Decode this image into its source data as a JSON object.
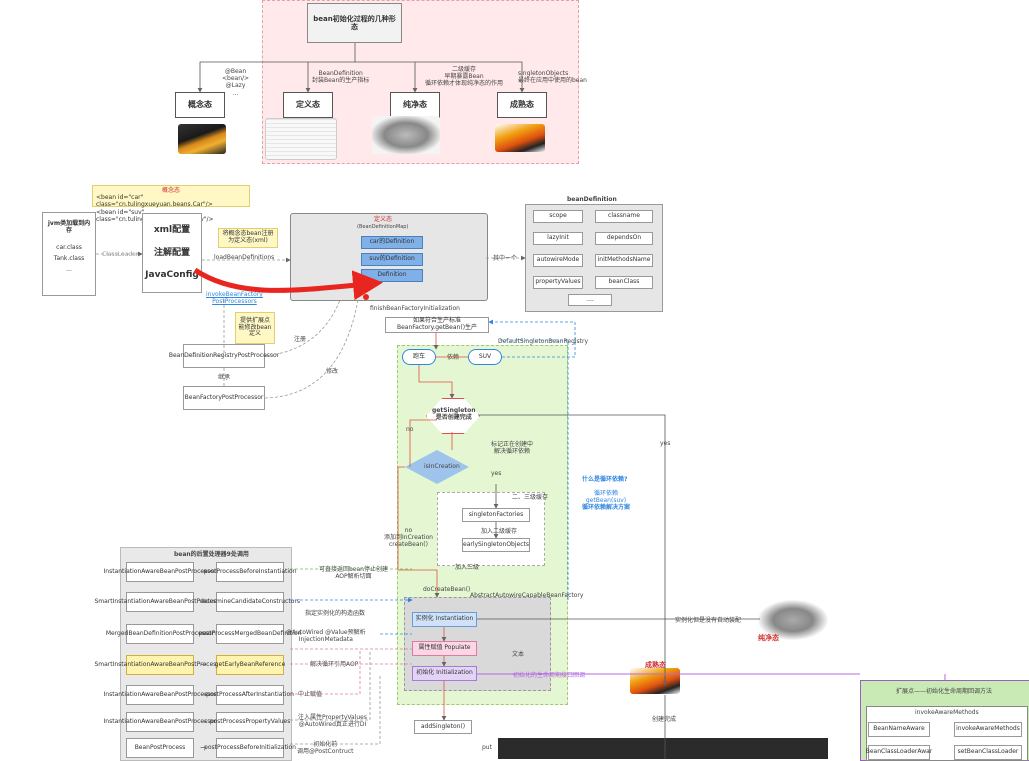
{
  "top": {
    "title": "bean初始化过程的几种形态",
    "states": [
      "概念态",
      "定义态",
      "纯净态",
      "成熟态"
    ],
    "concept_notes": [
      "@Bean",
      "<bean/>",
      "@Lazy",
      "..."
    ],
    "def_notes": [
      "BeanDefinition",
      "封装Bean的生产指标"
    ],
    "pure_notes": [
      "二级缓存",
      "早期暴露Bean",
      "循环依赖才体现纯净态的作用"
    ],
    "mature_notes": [
      "singletonObjects",
      "最终在应用中使用的bean"
    ]
  },
  "concept_note": {
    "title": "概念态",
    "line1": "<bean id=\"car\" class=\"cn.tulingxueyuan.beans.Car\"/>",
    "line2": "<bean id=\"suv\" class=\"cn.tulingxueyuan.beans.Suv\"/>"
  },
  "jvm": {
    "title": "jvm类加载到内存",
    "items": [
      "car.class",
      "Tank.class",
      "..."
    ]
  },
  "classloader": "ClassLoader",
  "config": {
    "xml": "xml配置",
    "anno": "注解配置",
    "java": "JavaConfig"
  },
  "note_register": "将概念态bean注册为定义态(xml)",
  "load_bean_defs": "loadBeanDefinitions",
  "invoke_bfpp": [
    "invokeBeanFactory",
    "PostProcessors"
  ],
  "note_extend": "提供扩展点 能修改bean定义",
  "defmap": {
    "title": "定义态",
    "subtitle": "(BeanDefinitionMap)",
    "items": [
      "car的Definition",
      "suv的Definition",
      "Definition"
    ]
  },
  "one_of": "其中一个",
  "bean_definition": {
    "title": "beanDefinition",
    "props": [
      "scope",
      "classname",
      "lazyInit",
      "dependsOn",
      "autowireMode",
      "initMethodsName",
      "propertyValues",
      "beanClass",
      "...."
    ]
  },
  "registry_pp": "BeanDefinitionRegistryPostProcessor",
  "factory_pp": "BeanFactoryPostProcessor",
  "label_register": "注册",
  "label_inherit": "继承",
  "label_modify": "修改",
  "finish_init": "finishBeanFactoryInitialization",
  "loop_produce": [
    "如果符合生产标准",
    "BeanFactory.getBean()生产"
  ],
  "default_registry": "DefaultSingletonBeanRegistry",
  "car_node": "跑车",
  "dep": "依赖",
  "suv_node": "SUV",
  "get_singleton": [
    "getSingleton",
    "是否创建完成"
  ],
  "no": "no",
  "yes": "yes",
  "mark_note": [
    "标记正在创建中",
    "解决循环依赖"
  ],
  "is_in_creation": "isInCreation",
  "cache": {
    "title": "二、三级缓存",
    "factories": "singletonFactories",
    "add_second": "加入二级缓存",
    "early": "earlySingletonObjects"
  },
  "add_to_creation": [
    "no",
    "添加到InCreation",
    "createBean()"
  ],
  "add_third": "加入三级",
  "circular": {
    "title": "什么是循环依赖?",
    "l1": "循环依赖",
    "l2": "getBean(suv)",
    "l3": "循环依赖解决方案"
  },
  "do_create": "doCreateBean()",
  "aacbf": "AbstractAutowireCapableBeanFactory",
  "steps": [
    "实例化 Instantiation",
    "属性赋值 Populate",
    "初始化 Initialization"
  ],
  "instantiation_note": "实例化但是没有自动装配",
  "pure_state": "纯净态",
  "mature_state": "成熟态",
  "init_note": "初始化的生命周期接口回调",
  "text_label": "文本",
  "add_singleton": "addSingleton()",
  "create_done": "创建完成",
  "put": "put",
  "pp": {
    "title": "bean的后置处理器9处调用",
    "rows": [
      [
        "InstantiationAwareBeanPostProcessor",
        "postProcessBeforeInstantiation"
      ],
      [
        "SmartInstantiationAwareBeanPostProcessor",
        "determineCandidateConstructors"
      ],
      [
        "MergedBeanDefinitionPostProcessor",
        "postProcessMergedBeanDefinition"
      ],
      [
        "SmartInstantiationAwareBeanPostProcessor",
        "getEarlyBeanReference"
      ],
      [
        "InstantiationAwareBeanPostProcessor",
        "postProcessAfterInstantiation"
      ],
      [
        "InstantiationAwareBeanPostProcessor",
        "postProcessPropertyValues"
      ],
      [
        "BeanPostProcess",
        "postProcessBeforeInitialization"
      ]
    ],
    "notes": [
      [
        "可直接返回bean停止创建",
        "AOP解析切面"
      ],
      [
        "指定实例化的构造函数"
      ],
      [
        "@AutoWired @Value预解析",
        "InjectionMetadata"
      ],
      [
        "解决循环引用AOP"
      ],
      [
        "中止赋值"
      ],
      [
        "注入属性PropertyValues",
        "@AutoWired真正进行DI"
      ],
      [
        "初始化前",
        "调用@PostContruct"
      ]
    ]
  },
  "extension": {
    "title": "扩展点——初始化生命周期回调方法",
    "invoke": "invokeAwareMethods",
    "rows": [
      [
        "BeanNameAware",
        "invokeAwareMethods"
      ],
      [
        "BeanClassLoaderAwar",
        "setBeanClassLoader"
      ]
    ]
  },
  "colors": {
    "pink": "#ffe8ea",
    "green": "#e6f7d4",
    "red": "#e8251e",
    "blue": "#2f86e0",
    "purple": "#b46be0"
  }
}
